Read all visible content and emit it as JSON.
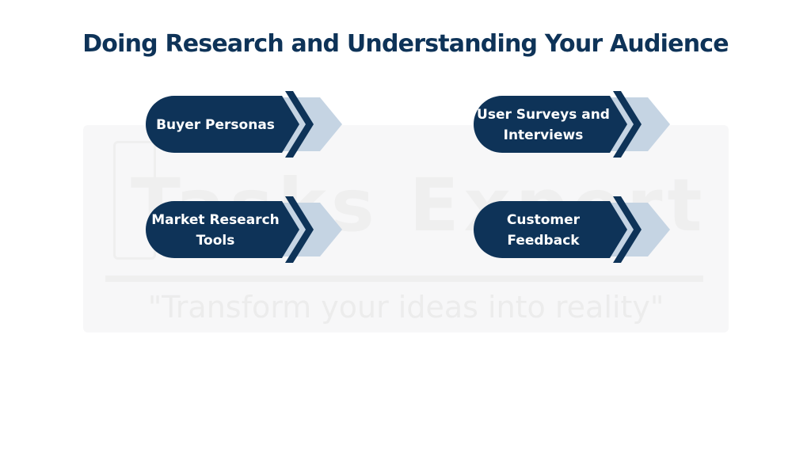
{
  "title": "Doing Research and Understanding Your Audience",
  "items": [
    {
      "label": "Buyer Personas"
    },
    {
      "label": "User Surveys and Interviews"
    },
    {
      "label": "Market Research Tools"
    },
    {
      "label": "Customer Feedback"
    }
  ],
  "watermark": {
    "brand": "Tasks Expert",
    "tagline": "\"Transform your ideas into reality\""
  },
  "colors": {
    "navy": "#0e3358",
    "light_blue": "#c5d4e3",
    "title": "#0e3358"
  }
}
